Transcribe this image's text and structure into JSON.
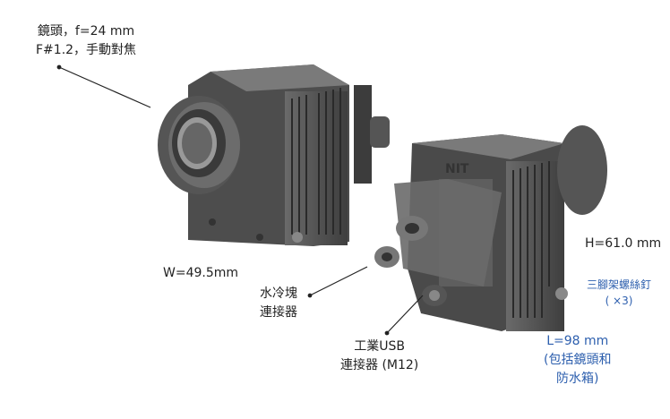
{
  "labels": {
    "lens_line1": "鏡頭，f=24 mm",
    "lens_line2": "F#1.2，手動對焦",
    "width": "W=49.5mm",
    "water_line1": "水冷塊",
    "water_line2": "連接器",
    "usb_line1": "工業USB",
    "usb_line2": "連接器 (M12)",
    "height": "H=61.0 mm",
    "tripod_line1": "三腳架螺絲釘",
    "tripod_line2": "( ×3)",
    "length_line1": "L=98 mm",
    "length_line2": "(包括鏡頭和",
    "length_line3": "防水箱)"
  },
  "logo_text": "NIT",
  "colors": {
    "annotation_blue": "#2d5fae",
    "body_gray": "#5a5a5a"
  }
}
